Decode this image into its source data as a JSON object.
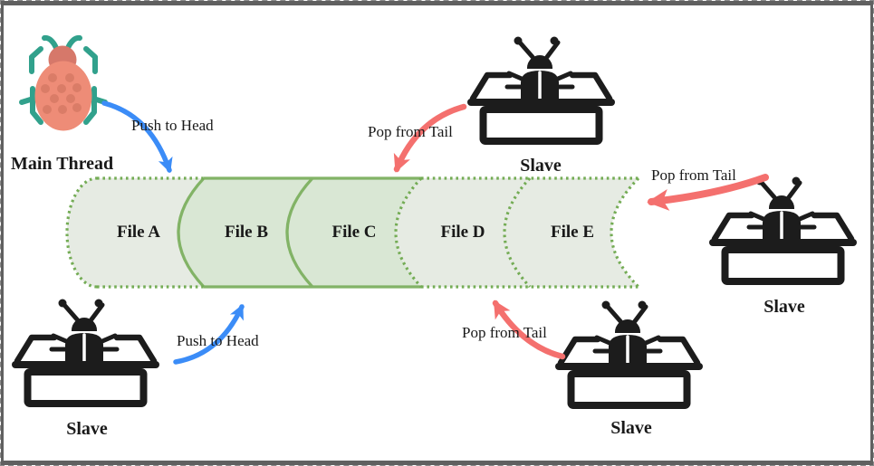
{
  "main_thread": {
    "label": "Main Thread"
  },
  "deque": {
    "segments": [
      {
        "label": "File A",
        "border": "dotted"
      },
      {
        "label": "File B",
        "border": "solid"
      },
      {
        "label": "File C",
        "border": "solid"
      },
      {
        "label": "File D",
        "border": "dotted"
      },
      {
        "label": "File E",
        "border": "dotted"
      }
    ]
  },
  "slaves": [
    {
      "label": "Slave",
      "position": "top"
    },
    {
      "label": "Slave",
      "position": "right"
    },
    {
      "label": "Slave",
      "position": "bottom-left"
    },
    {
      "label": "Slave",
      "position": "bottom-middle"
    }
  ],
  "arrows": [
    {
      "label": "Push to Head",
      "color": "#3b8cf7",
      "position": "top-left"
    },
    {
      "label": "Pop from Tail",
      "color": "#f4706e",
      "position": "top-middle"
    },
    {
      "label": "Pop from Tail",
      "color": "#f4706e",
      "position": "right"
    },
    {
      "label": "Push to Head",
      "color": "#3b8cf7",
      "position": "bottom-left"
    },
    {
      "label": "Pop from Tail",
      "color": "#f4706e",
      "position": "bottom-middle"
    }
  ],
  "colors": {
    "segment_fill_solid": "#d9e7d4",
    "segment_fill_faded": "#e6ebe3",
    "segment_stroke": "#82b366",
    "segment_stroke_dotted": "#74ac55",
    "arrow_blue": "#3b8cf7",
    "arrow_red": "#f4706e",
    "bug_body": "#ee8c77",
    "bug_head": "#d6786a",
    "bug_spots": "#da7c67",
    "bug_legs": "#31a18c",
    "slave_icon": "#1c1c1c",
    "frame": "#606060",
    "text": "#191919"
  }
}
